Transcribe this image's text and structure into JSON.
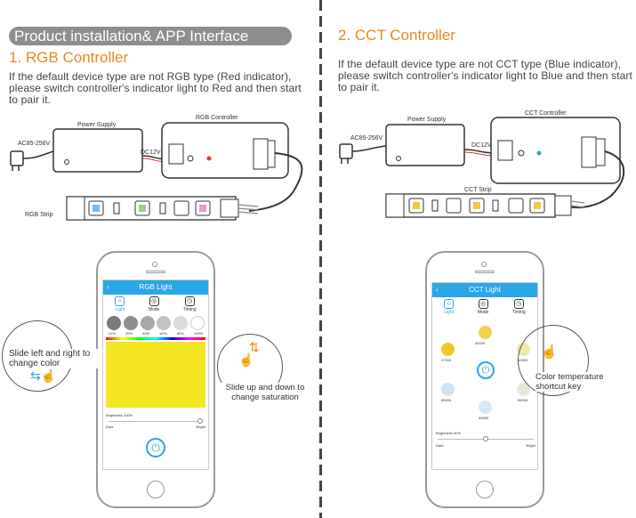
{
  "left": {
    "header": "Product installation& APP Interface",
    "title": "1. RGB Controller",
    "paragraph": "If the default device type are not RGB type (Red indicator), please switch controller's indicator light to Red and then start to pair it.",
    "diagram": {
      "power_supply": "Power Supply",
      "controller": "RGB Controller",
      "ac": "AC85-256V",
      "dc": "DC12V",
      "strip": "RGB Strip",
      "indicator_color": "#e53935"
    },
    "phone": {
      "title": "RGB Light",
      "tabs": [
        "Light",
        "Mode",
        "Timing"
      ],
      "swatch_labels": [
        "10%",
        "20%",
        "40%",
        "60%",
        "80%",
        "100%"
      ],
      "brightness_label": "Brightness 100%",
      "dark": "Dark",
      "bright": "Bright",
      "color_area": "#f5e624"
    },
    "callout_left": "Slide left and right to change color",
    "callout_right": "Slide up and down to change saturation"
  },
  "right": {
    "title": "2. CCT Controller",
    "paragraph": "If the default device type are not CCT type (Blue indicator), please switch controller's indicator light to Blue and then start to pair it.",
    "diagram": {
      "power_supply": "Power Supply",
      "controller": "CCT Controller",
      "ac": "AC85-256V",
      "dc": "DC12V",
      "strip": "CCT Strip",
      "indicator_color": "#29a3e0"
    },
    "phone": {
      "title": "CCT Light",
      "tabs": [
        "Light",
        "Mode",
        "Timing"
      ],
      "temps": [
        "4000K",
        "2700K",
        "5000K",
        "6500K",
        "5500K",
        "6000K"
      ],
      "brightness_label": "Brightness 50%",
      "dark": "Dark",
      "bright": "Bright"
    },
    "callout": "Color temperature shortcut key"
  },
  "colors": {
    "accent": "#e8891e",
    "app_blue": "#2aa7e6"
  }
}
